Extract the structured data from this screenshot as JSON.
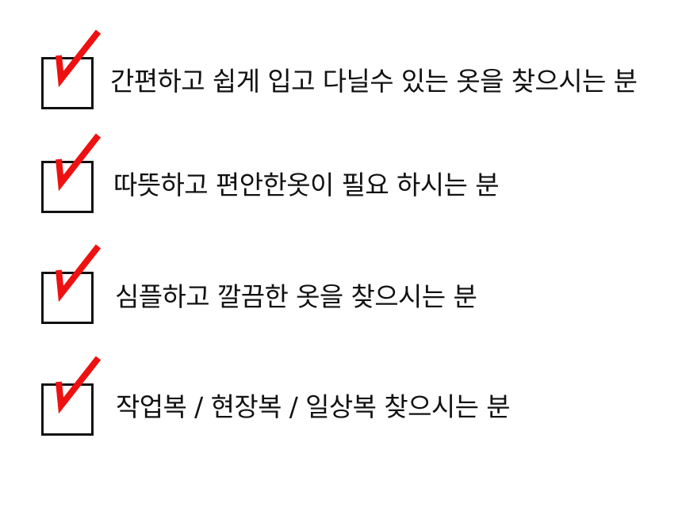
{
  "check_color": "#ee1111",
  "items": [
    {
      "label": "간편하고 쉽게 입고 다닐수 있는 옷을 찾으시는 분",
      "checked": true,
      "icon": "red-checkmark"
    },
    {
      "label": "따뜻하고 편안한옷이 필요 하시는 분",
      "checked": true,
      "icon": "red-checkmark"
    },
    {
      "label": "심플하고 깔끔한 옷을 찾으시는 분",
      "checked": true,
      "icon": "red-checkmark"
    },
    {
      "label": "작업복 / 현장복 / 일상복 찾으시는 분",
      "checked": true,
      "icon": "red-checkmark"
    }
  ]
}
